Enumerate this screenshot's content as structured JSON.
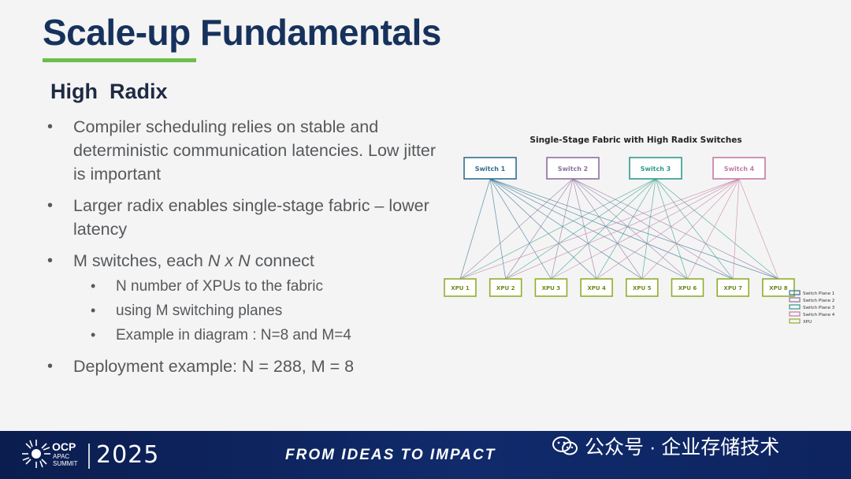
{
  "slide": {
    "title": "Scale-up Fundamentals",
    "subtitle": "High  Radix",
    "bullets": [
      {
        "text": "Compiler scheduling relies on stable and deterministic communication latencies. Low jitter is important"
      },
      {
        "text": "Larger radix enables single-stage fabric – lower latency"
      },
      {
        "pre": "M switches, each ",
        "italic": "N x N",
        "post": " connect",
        "sub": [
          "N number of XPUs to the fabric",
          "using M switching planes",
          "Example in diagram : N=8 and M=4"
        ]
      },
      {
        "text": "Deployment example: N = 288, M = 8"
      }
    ]
  },
  "diagram": {
    "title": "Single-Stage Fabric with High Radix Switches",
    "switches": [
      {
        "label": "Switch 1",
        "color": "#2f6f8f"
      },
      {
        "label": "Switch 2",
        "color": "#8e6f9e"
      },
      {
        "label": "Switch 3",
        "color": "#2e9a8a"
      },
      {
        "label": "Switch 4",
        "color": "#c57aa3"
      }
    ],
    "xpus": [
      "XPU 1",
      "XPU 2",
      "XPU 3",
      "XPU 4",
      "XPU 5",
      "XPU 6",
      "XPU 7",
      "XPU 8"
    ],
    "xpu_color": "#8fae2e",
    "legend": [
      {
        "label": "Switch Plane 1",
        "color": "#2f6f8f"
      },
      {
        "label": "Switch Plane 2",
        "color": "#8e6f9e"
      },
      {
        "label": "Switch Plane 3",
        "color": "#2e9a8a"
      },
      {
        "label": "Switch Plane 4",
        "color": "#c57aa3"
      },
      {
        "label": "XPU",
        "color": "#8fae2e"
      }
    ]
  },
  "footer": {
    "brand": "OCP",
    "brand_sub_1": "APAC",
    "brand_sub_2": "SUMMIT",
    "year": "2025",
    "tagline": "FROM IDEAS TO IMPACT",
    "watermark": "公众号 · 企业存储技术"
  }
}
